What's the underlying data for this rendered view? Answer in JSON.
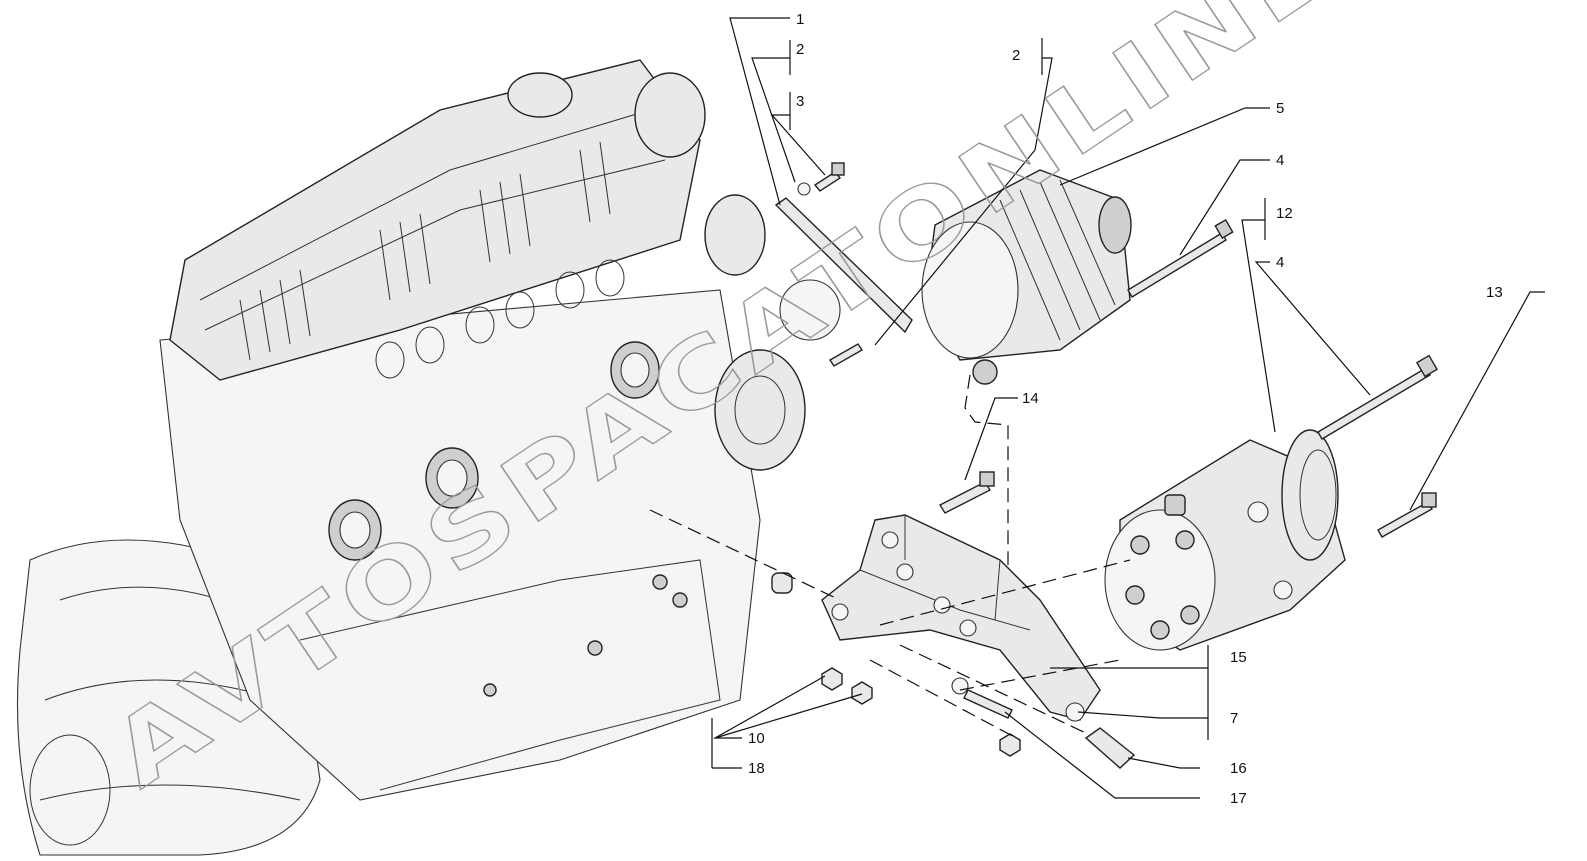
{
  "diagram": {
    "callouts": [
      {
        "id": "c1",
        "label": "1"
      },
      {
        "id": "c2a",
        "label": "2"
      },
      {
        "id": "c3",
        "label": "3"
      },
      {
        "id": "c2b",
        "label": "2"
      },
      {
        "id": "c5",
        "label": "5"
      },
      {
        "id": "c4a",
        "label": "4"
      },
      {
        "id": "c12",
        "label": "12"
      },
      {
        "id": "c4b",
        "label": "4"
      },
      {
        "id": "c13",
        "label": "13"
      },
      {
        "id": "c14",
        "label": "14"
      },
      {
        "id": "c15",
        "label": "15"
      },
      {
        "id": "c7",
        "label": "7"
      },
      {
        "id": "c10",
        "label": "10"
      },
      {
        "id": "c18",
        "label": "18"
      },
      {
        "id": "c16",
        "label": "16"
      },
      {
        "id": "c17",
        "label": "17"
      }
    ],
    "watermark": "AVTOSPACATONLINE"
  }
}
